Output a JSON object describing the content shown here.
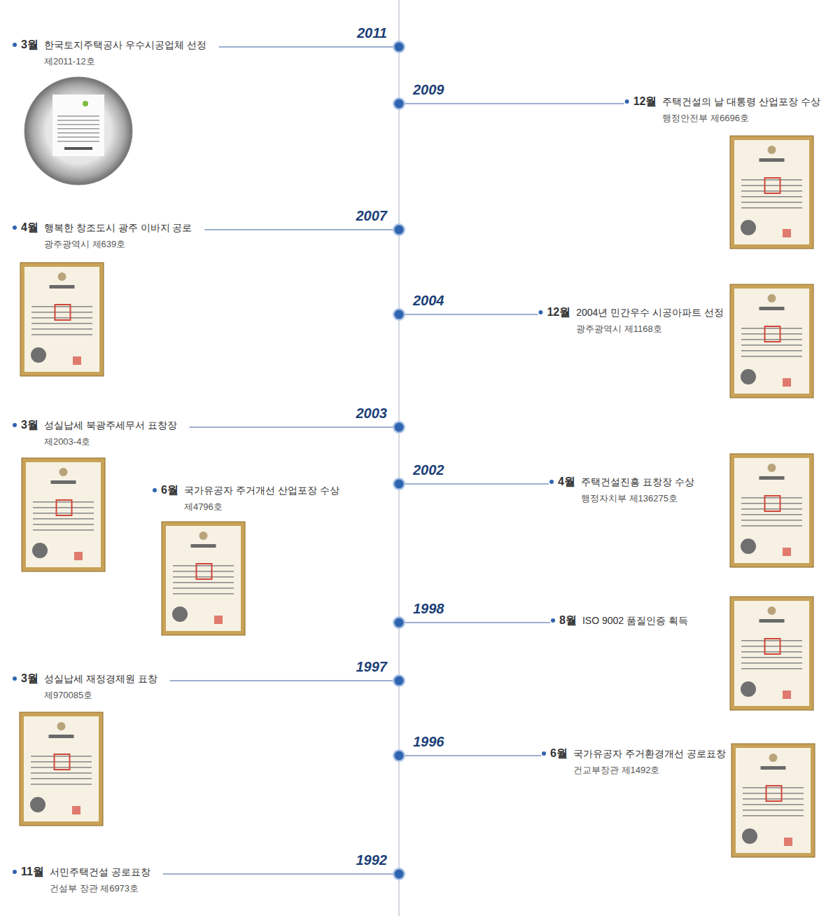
{
  "diagram": {
    "labels": [
      "2011",
      "3월",
      "한국토지주택공사 우수시공업체 선정",
      "제2011-12호",
      "2009",
      "12월",
      "주택건설의 날 대통령 산업포장 수상",
      "행정안전부 제6696호",
      "2007",
      "4월",
      "행복한 창조도시 광주 이바지 공로",
      "광주광역시 제639호",
      "2004",
      "12월",
      "2004년 민간우수 시공아파트 선정",
      "광주광역시 제1168호",
      "2003",
      "3월",
      "성실납세 북광주세무서 표창장",
      "제2003-4호",
      "2002",
      "4월",
      "주택건설진흥 표창장 수상",
      "행정자치부 제136275호",
      "6월",
      "국가유공자 주거개선 산업포장 수상",
      "제4796호",
      "1998",
      "8월",
      "ISO 9002 품질인증 획득",
      "1997",
      "3월",
      "성실납세 재정경제원 표창",
      "제970085호",
      "1996",
      "6월",
      "국가유공자 주거환경개선 공로표창",
      "건교부장관 제1492호",
      "1992",
      "11월",
      "서민주택건설 공로표창",
      "건설부 장관 제6973호"
    ]
  }
}
